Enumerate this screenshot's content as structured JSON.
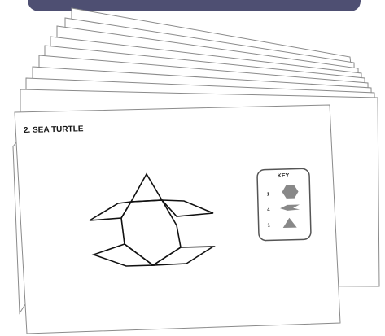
{
  "banner": {
    "color": "#4e4f72"
  },
  "card": {
    "title": "2. SEA TURTLE",
    "shape_stroke": "#111111"
  },
  "key": {
    "heading": "KEY",
    "items": [
      {
        "count": "1",
        "shape": "hexagon-icon",
        "color": "#888888"
      },
      {
        "count": "4",
        "shape": "rhombus-icon",
        "color": "#888888"
      },
      {
        "count": "1",
        "shape": "triangle-icon",
        "color": "#888888"
      }
    ]
  }
}
